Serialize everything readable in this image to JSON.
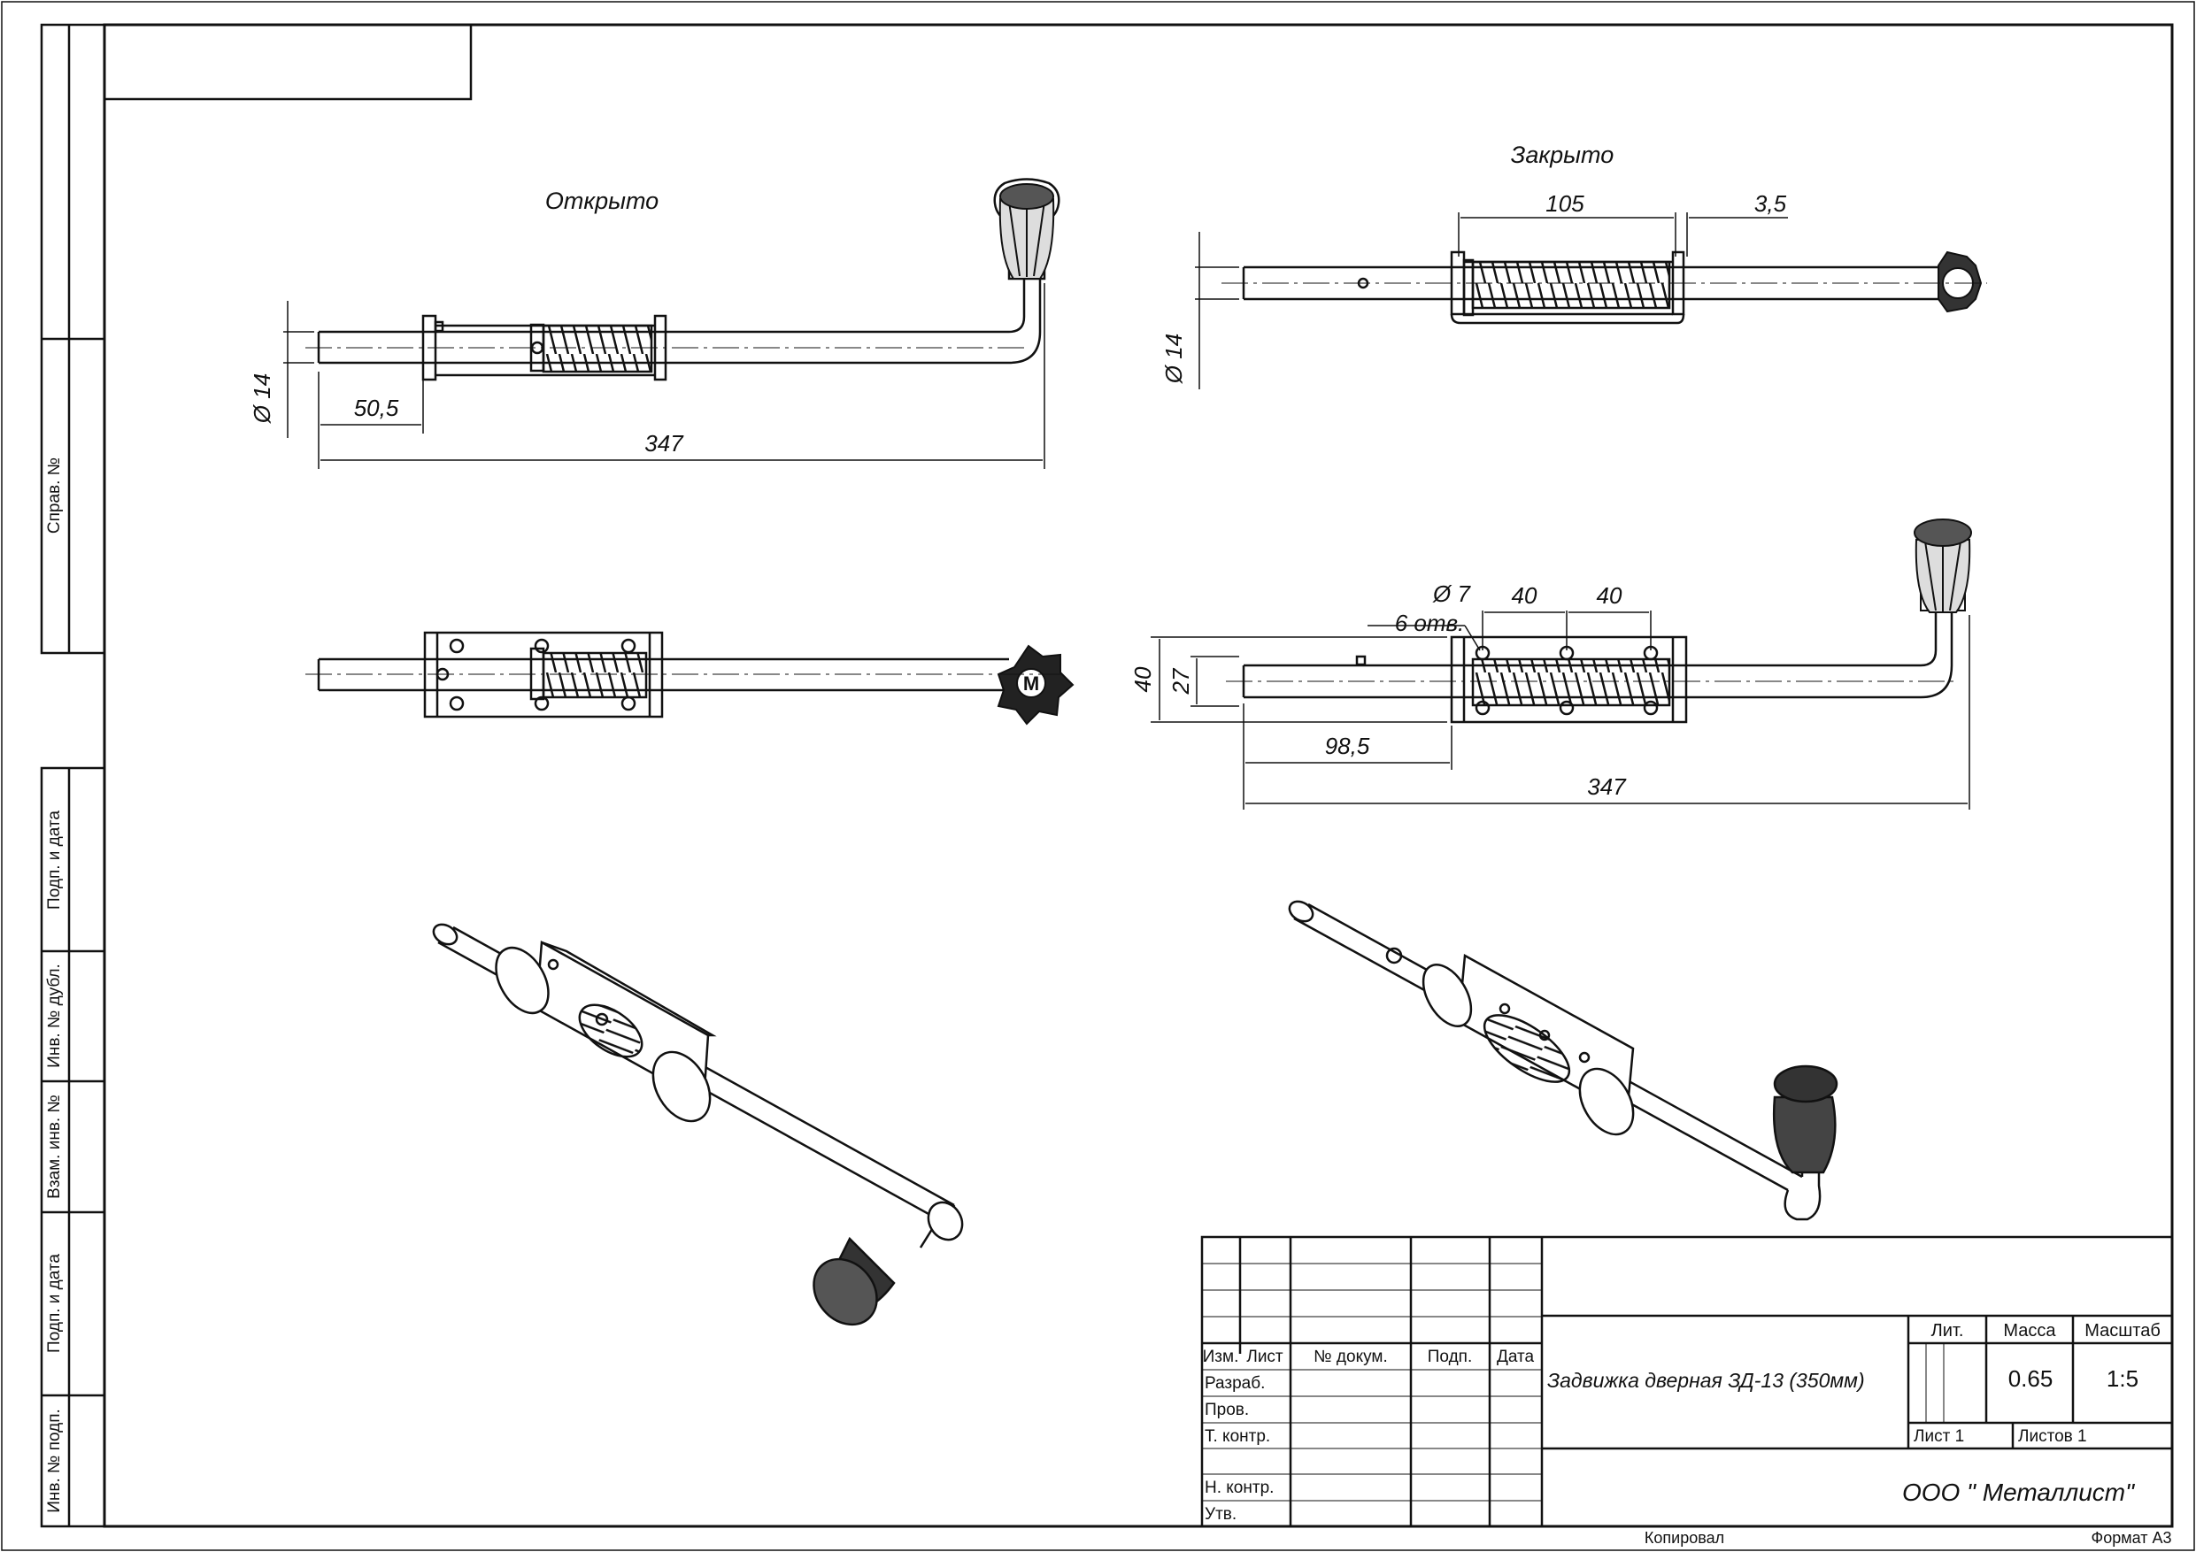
{
  "views": {
    "open": {
      "title": "Открыто",
      "dims": {
        "diameter": "Ø 14",
        "offset": "50,5",
        "length": "347"
      }
    },
    "closed": {
      "title": "Закрыто",
      "dims": {
        "spring_len": "105",
        "gap": "3,5",
        "diameter": "Ø 14"
      }
    },
    "top": {
      "dims": {
        "hole_dia": "Ø 7",
        "holes": "6 отв.",
        "pitch_a": "40",
        "pitch_b": "40",
        "height": "40",
        "inner": "27",
        "offset": "98,5",
        "length": "347"
      }
    }
  },
  "side_stamp": {
    "labels": [
      "Справ. №",
      "Подп. и дата",
      "Инв. № дубл.",
      "Взам. инв. №",
      "Подп. и дата",
      "Инв. № подп."
    ]
  },
  "title_block": {
    "row_headers": {
      "izm": "Изм.",
      "list": "Лист",
      "doc": "№ докум.",
      "sign": "Подп.",
      "date": "Дата"
    },
    "roles": [
      "Разраб.",
      "Пров.",
      "Т. контр.",
      "",
      "Н. контр.",
      "Утв."
    ],
    "document_name": "Задвижка дверная ЗД-13 (350мм)",
    "lit_label": "Лит.",
    "mass_label": "Масса",
    "scale_label": "Масштаб",
    "mass": "0.65",
    "scale": "1:5",
    "sheet": "Лист 1",
    "sheets": "Листов 1",
    "company": "ООО \" Металлист\""
  },
  "footer": {
    "copied": "Копировал",
    "format": "Формат А3"
  }
}
